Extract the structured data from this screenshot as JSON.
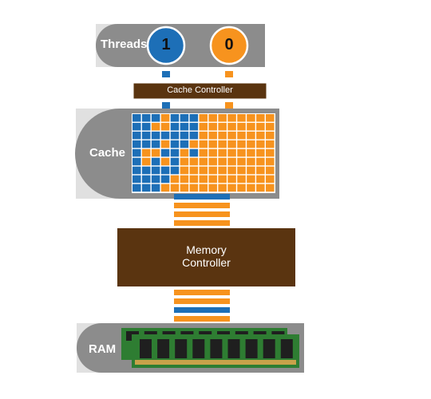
{
  "threads": {
    "label": "Threads",
    "thread_1": {
      "label": "1",
      "color": "#1d6fb7"
    },
    "thread_0": {
      "label": "0",
      "color": "#f7931e"
    }
  },
  "cache_controller": {
    "label": "Cache Controller"
  },
  "cache": {
    "label": "Cache",
    "grid": {
      "cols": 15,
      "rows": 9,
      "cells": [
        "BBBOBBBOOOOOOOO",
        "BBOOBBBOOOOOOOO",
        "BBBBBBBOOOOOOOO",
        "BBBOBBOOOOOOOOO",
        "BOOBBOBOOOOOOOO",
        "BOBOBOOOOOOOOOO",
        "BBBBBOOOOOOOOOO",
        "BBBBOOOOOOOOOOO",
        "BBBOOOOOOOOOOOO"
      ]
    }
  },
  "memory_controller": {
    "line1": "Memory",
    "line2": "Controller"
  },
  "buses": {
    "cache_to_memory": [
      "blue",
      "orange",
      "orange",
      "orange"
    ],
    "memory_to_ram": [
      "orange",
      "orange",
      "blue",
      "orange"
    ]
  },
  "ram": {
    "label": "RAM",
    "chips_per_stick": 9
  },
  "colors": {
    "blue": "#1d6fb7",
    "orange": "#f7931e",
    "brown": "#5a3410",
    "panel_gray": "#8c8c8c",
    "panel_light": "#e0e0e0",
    "pcb_green": "#2e7d32",
    "chip_black": "#1f1f1f",
    "contact_gold": "#c8a24a"
  }
}
